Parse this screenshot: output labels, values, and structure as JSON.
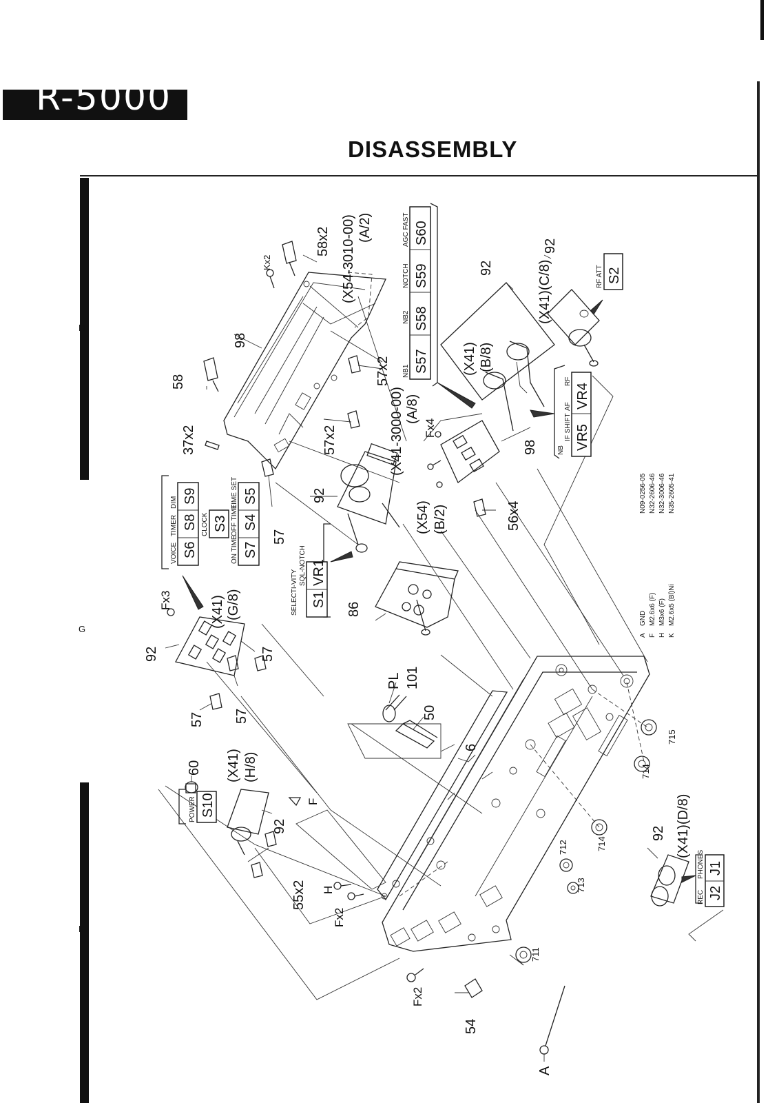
{
  "header": {
    "model": "R-5000",
    "title": "DISASSEMBLY"
  },
  "zones": [
    "H",
    "G",
    "F"
  ],
  "callouts": {
    "c58x2": "58x2",
    "c92_top": "92",
    "c92_right": "92",
    "c92_mid": "92",
    "c92_left": "92",
    "c92_power": "92",
    "c92_phones": "92",
    "x54_3010": "(X54-3010-00)",
    "a2": "(A/2)",
    "kx2": "Kx2",
    "c98_top": "98",
    "c98_mid": "98",
    "c58": "58",
    "c37x2": "37x2",
    "c57x2_a": "57x2",
    "c57x2_b": "57x2",
    "x41_3000": "(X41-3000-00)",
    "a8": "(A/8)",
    "x41_b8": "(X41)",
    "b8": "(B/8)",
    "x41_c8": "(X41)(C/8)",
    "fx4": "Fx4",
    "x54_b2": "(X54)",
    "b2": "(B/2)",
    "c56x4": "56x4",
    "c57_a": "57",
    "c57_b": "57",
    "c57_c": "57",
    "c57_d": "57",
    "fx3": "Fx3",
    "x41_g8": "(X41)",
    "g8": "(G/8)",
    "c86": "86",
    "pl": "PL",
    "c101": "101",
    "c50": "50",
    "c6": "6",
    "c60": "60",
    "x41_h8": "(X41)",
    "h8": "(H/8)",
    "f_screw": "F",
    "c55x2": "55x2",
    "h_screw": "H",
    "fx2_a": "Fx2",
    "fx2_b": "Fx2",
    "c54": "54",
    "a_screw": "A",
    "c711": "711",
    "c712": "712",
    "c713": "713",
    "c714_a": "714",
    "c714_b": "714",
    "c715": "715",
    "x41_d8": "(X41)(D/8)"
  },
  "switch_panels": {
    "agc_group": {
      "labels": [
        "NB1",
        "NB2",
        "NOTCH",
        "AGC FAST"
      ],
      "switches": [
        "S57",
        "S58",
        "S59",
        "S60"
      ]
    },
    "rf_att": {
      "label": "RF ATT",
      "switch": "S2"
    },
    "vr_group": {
      "labels": [
        "NB",
        "IF SHIFT",
        "AF",
        "RF"
      ],
      "controls": [
        "VR5",
        "VR4"
      ]
    },
    "clock_group": {
      "top_labels": [
        "VOICE",
        "TIMER",
        "DIM"
      ],
      "top_switches": [
        "S6",
        "S8",
        "S9"
      ],
      "clock_label": "CLOCK",
      "clock_switch": "S3",
      "bottom_labels": [
        "ON TIME",
        "OFF TIME",
        "TIME SET"
      ],
      "bottom_switches": [
        "S7",
        "S4",
        "S5"
      ]
    },
    "select_group": {
      "labels": [
        "SELECTI-VITY",
        "SQL-NOTCH"
      ],
      "switches": [
        "S1",
        "VR1"
      ]
    },
    "power": {
      "label": "POWER",
      "switch": "S10"
    },
    "phones": {
      "labels": [
        "REC",
        "PHONES"
      ],
      "jacks": [
        "J2",
        "J1"
      ]
    }
  },
  "legend": [
    {
      "key": "A",
      "desc": "GND",
      "part": ""
    },
    {
      "key": "F",
      "desc": "M2.6x6 (F)",
      "part": "N32-2606-46"
    },
    {
      "key": "H",
      "desc": "M3x6 (F)",
      "part": "N32-3006-46"
    },
    {
      "key": "K",
      "desc": "M2.6x5 (Bl)Ni",
      "part": "N35-2605-41"
    }
  ],
  "legend_extra_part": "N09-0256-05"
}
